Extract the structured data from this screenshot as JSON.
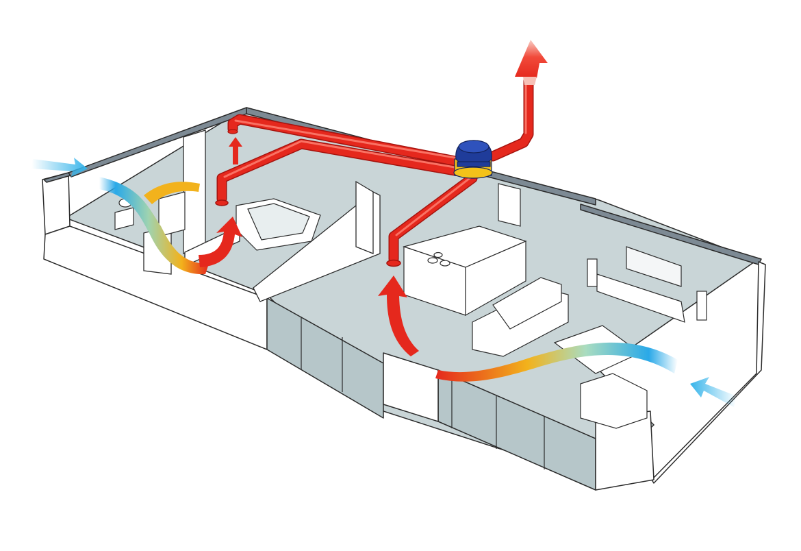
{
  "diagram": {
    "kind": "single-flow extract ventilation (cutaway apartment)",
    "labels": [],
    "colors": {
      "duct": "#e5281d",
      "duct_shadow": "#a5130e",
      "duct_highlight": "#ff7a6a",
      "fan_unit": "#1f3c9a",
      "fan_band": "#f3c21a",
      "fresh_air": "#36b4ea",
      "warm_air": "#f2b21c",
      "floor": "#c8d4d6",
      "wall_top": "#7d8a94",
      "wall": "#ffffff",
      "line": "#2b2b2b"
    },
    "airflow": {
      "inlets": [
        "fresh-air-inlet-bedroom",
        "fresh-air-inlet-living-room"
      ],
      "extract_points": [
        "extract-bathroom",
        "extract-wc",
        "extract-kitchen"
      ],
      "outlet": "roof-exhaust"
    }
  }
}
